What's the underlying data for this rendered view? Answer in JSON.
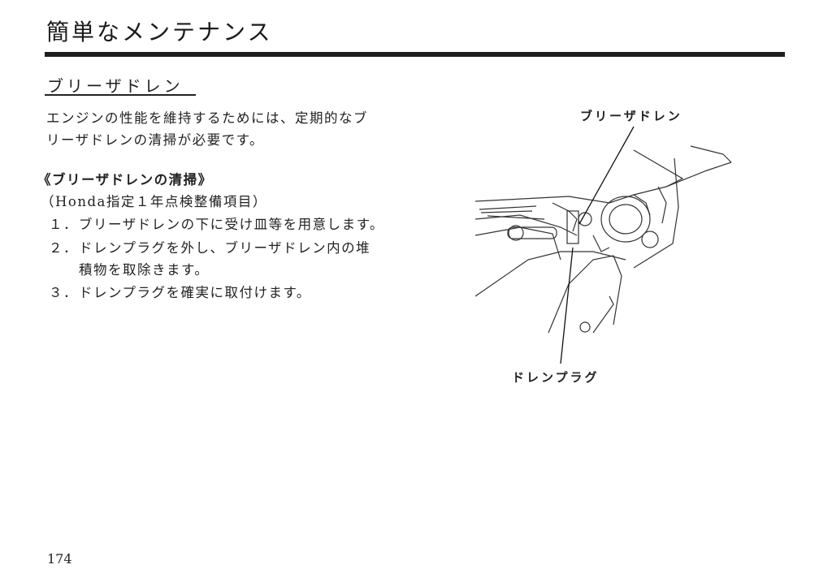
{
  "header": {
    "title": "簡単なメンテナンス"
  },
  "section": {
    "heading": "ブリーザドレン"
  },
  "intro": [
    "エンジンの性能を維持するためには、定期的なブ",
    "リーザドレンの清掃が必要です。"
  ],
  "procedure": {
    "heading": "《ブリーザドレンの清掃》",
    "note": "（Honda指定１年点検整備項目）",
    "steps": [
      {
        "num": "１．",
        "text": "ブリーザドレンの下に受け皿等を用意します。"
      },
      {
        "num": "２．",
        "text": "ドレンプラグを外し、ブリーザドレン内の堆",
        "cont": "積物を取除きます。"
      },
      {
        "num": "３．",
        "text": "ドレンプラグを確実に取付けます。"
      }
    ]
  },
  "figure": {
    "label_breather": "ブリーザドレン",
    "label_plug": "ドレンプラグ"
  },
  "footer": {
    "page_number": "174"
  }
}
